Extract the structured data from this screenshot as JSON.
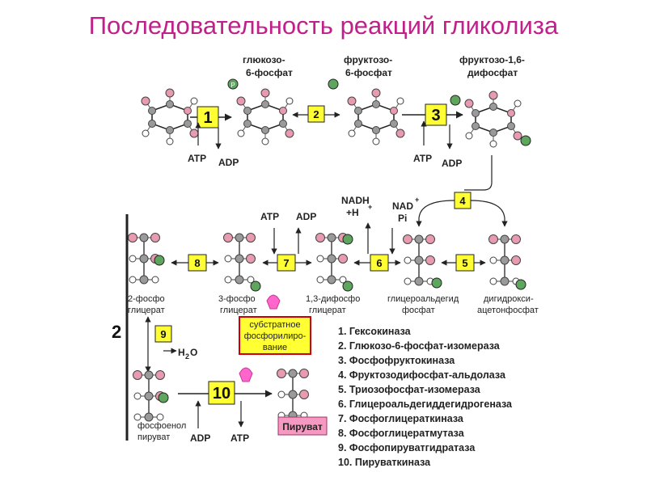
{
  "title": "Последовательность реакций гликолиза",
  "compounds": {
    "g6p": [
      "глюкозо-",
      "6-фосфат"
    ],
    "f6p": [
      "фруктозо-",
      "6-фосфат"
    ],
    "f16bp": [
      "фруктозо-1,6-",
      "дифосфат"
    ],
    "pg2": [
      "2-фосфо",
      "глицерат"
    ],
    "pg3": [
      "3-фосфо",
      "глицерат"
    ],
    "bpg13": [
      "1,3-дифосфо",
      "глицерат"
    ],
    "gap": [
      "глицероальдегид",
      "фосфат"
    ],
    "dhap": [
      "дигидрокси-",
      "ацетонфосфат"
    ],
    "pep": [
      "фосфоенол",
      "пируват"
    ],
    "pyruvate": "Пируват"
  },
  "cofactors": {
    "atp": "ATP",
    "adp": "ADP",
    "nadh": "NADH",
    "h_plus": "+H",
    "nad": "NAD",
    "pi": "Pi",
    "h2o": "H",
    "h2o_sub": "2",
    "h2o_o": "O",
    "plus": "+"
  },
  "steps": [
    "1",
    "2",
    "3",
    "4",
    "5",
    "6",
    "7",
    "8",
    "9",
    "10"
  ],
  "stage2_label": "2",
  "substrate_box": [
    "субстратное",
    "фосфорилиро-",
    "вание"
  ],
  "enzymes": [
    "1. Гексокиназа",
    "2. Глюкозо-6-фосфат-изомераза",
    "3. Фосфофруктокиназа",
    "4. Фруктозодифосфат-альдолаза",
    "5. Триозофосфат-изомераза",
    "6. Глицероальдегиддегидрогеназа",
    "7. Фосфоглицераткиназа",
    "8. Фосфоглицератмутаза",
    "9. Фосфопируватгидратаза",
    "10. Пируваткиназа"
  ],
  "colors": {
    "title": "#c0208a",
    "step_box": "#ffff33",
    "pyruvate_box": "#f49ac1",
    "phosphate": "#5ea65e",
    "oxygen": "#e89ab0",
    "carbon": "#9a9a9a",
    "hydrogen": "#ffffff",
    "accent_pink": "#ff66cc"
  }
}
